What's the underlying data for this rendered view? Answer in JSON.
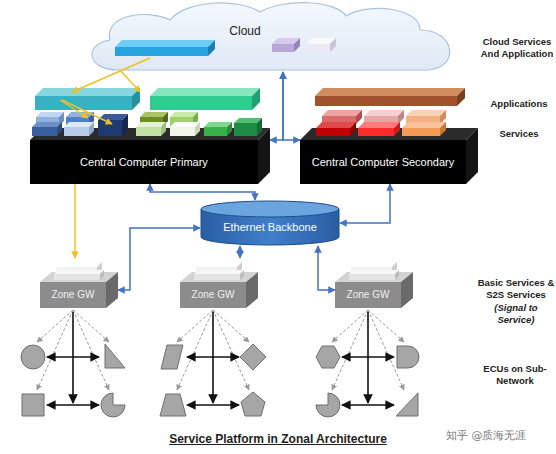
{
  "diagram": {
    "caption": "Service Platform in Zonal Architecture",
    "nodes": [
      {
        "text": [
          "Cloud"
        ]
      },
      {
        "text": [
          "Central Computer Primary"
        ]
      },
      {
        "text": [
          "Central Computer Secondary"
        ]
      },
      {
        "text": [
          "Ethernet Backbone"
        ]
      },
      {
        "text": [
          "Zone GW"
        ]
      },
      {
        "text": [
          "Zone GW"
        ]
      },
      {
        "text": [
          "Zone GW"
        ]
      }
    ],
    "edges": [
      {
        "from": 1,
        "to": 3,
        "arrow": "both"
      },
      {
        "from": 2,
        "to": 3,
        "arrow": "both"
      },
      {
        "from": 3,
        "to": 4,
        "arrow": "both"
      },
      {
        "from": 3,
        "to": 5,
        "arrow": "both"
      },
      {
        "from": 3,
        "to": 6,
        "arrow": "both"
      },
      {
        "from": 0,
        "to": 1,
        "arrow": "both"
      },
      {
        "from": 0,
        "to": 2,
        "arrow": "both"
      },
      {
        "from": 1,
        "to": 4,
        "arrow": "to"
      }
    ],
    "labels": [
      "Cloud Services And Application",
      "Applications",
      "Services",
      "Basic Services & S2S Services",
      "(Signal to Service)",
      "ECUs on Sub-Network",
      "知乎 @质海无涯"
    ]
  }
}
